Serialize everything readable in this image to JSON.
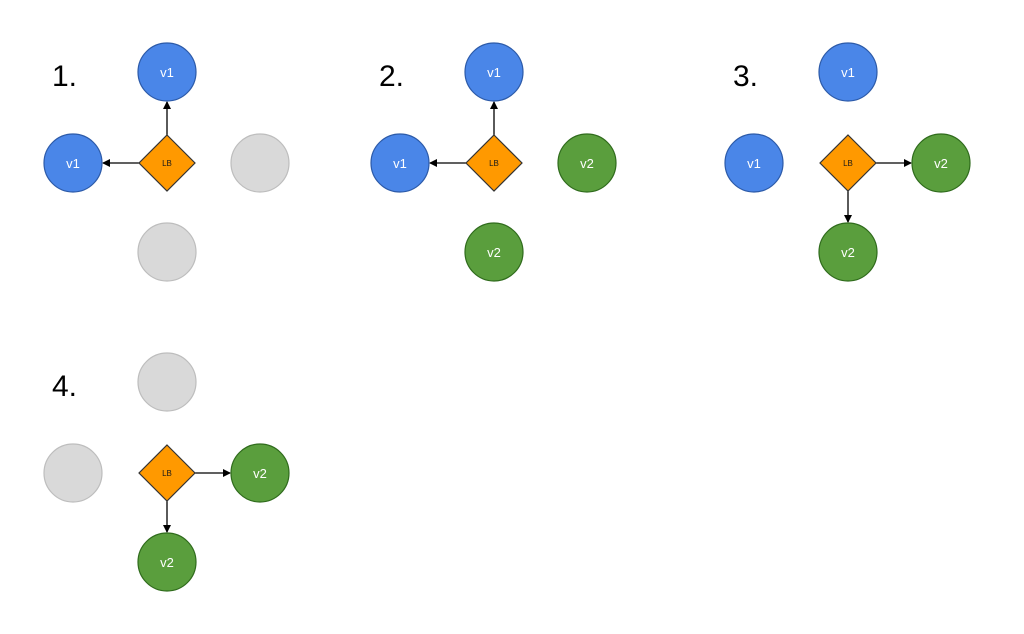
{
  "colors": {
    "v1": "#4a86e8",
    "v1_stroke": "#2c5aa8",
    "v2": "#5a9e3d",
    "v2_stroke": "#2f6b1c",
    "empty": "#d9d9d9",
    "empty_stroke": "#bdbdbd",
    "lb": "#ff9900",
    "lb_stroke": "#333333",
    "edge": "#000000"
  },
  "lb_label": "LB",
  "panels": [
    {
      "step": "1.",
      "nodes": {
        "top": "v1",
        "left": "v1",
        "right": "empty",
        "bottom": "empty"
      },
      "arrows": [
        "top",
        "left"
      ]
    },
    {
      "step": "2.",
      "nodes": {
        "top": "v1",
        "left": "v1",
        "right": "v2",
        "bottom": "v2"
      },
      "arrows": [
        "top",
        "left"
      ]
    },
    {
      "step": "3.",
      "nodes": {
        "top": "v1",
        "left": "v1",
        "right": "v2",
        "bottom": "v2"
      },
      "arrows": [
        "right",
        "bottom"
      ]
    },
    {
      "step": "4.",
      "nodes": {
        "top": "empty",
        "left": "empty",
        "right": "v2",
        "bottom": "v2"
      },
      "arrows": [
        "right",
        "bottom"
      ]
    }
  ]
}
